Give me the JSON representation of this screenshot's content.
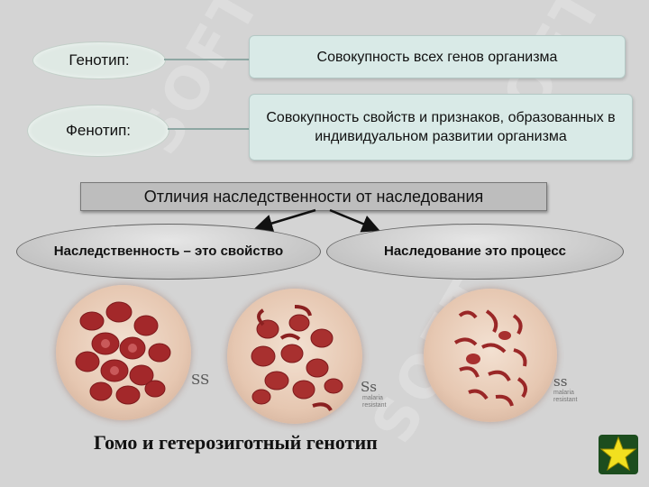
{
  "definitions": [
    {
      "term": "Генотип:",
      "text": "Совокупность всех генов организма"
    },
    {
      "term": "Фенотип:",
      "text": "Совокупность свойств и признаков, образованных в индивидуальном развитии организма"
    }
  ],
  "banner": "Отличия наследственности от наследования",
  "branches": [
    {
      "text": "Наследственность – это свойство"
    },
    {
      "text": "Наследование это процесс"
    }
  ],
  "images": [
    {
      "allele": "SS",
      "note": ""
    },
    {
      "allele": "Ss",
      "note": "malaria resistant"
    },
    {
      "allele": "ss",
      "note": "malaria resistant"
    }
  ],
  "caption": "Гомо и гетерозиготный генотип",
  "watermark": "SOFT",
  "colors": {
    "star": "#f2e01f",
    "star_bg": "#1c4d1e"
  }
}
